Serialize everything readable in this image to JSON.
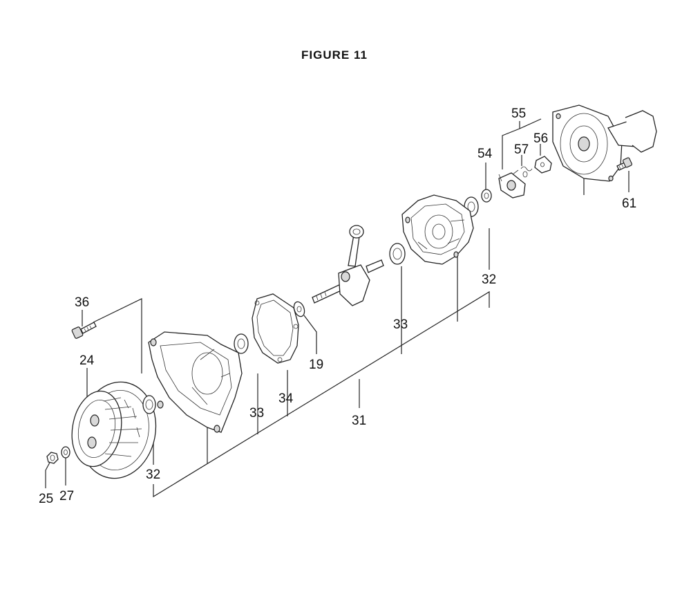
{
  "figure": {
    "title": "FIGURE 11"
  },
  "callouts": {
    "c19": "19",
    "c24": "24",
    "c25": "25",
    "c27": "27",
    "c31": "31",
    "c32_left": "32",
    "c32_right": "32",
    "c33_left": "33",
    "c33_right": "33",
    "c34": "34",
    "c36": "36",
    "c54": "54",
    "c55": "55",
    "c56": "56",
    "c57": "57",
    "c61": "61"
  }
}
